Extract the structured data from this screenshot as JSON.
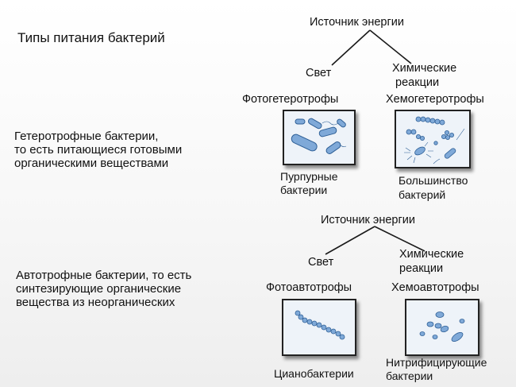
{
  "title": "Типы питания бактерий",
  "heterotrophic": {
    "description": "Гетеротрофные бактерии,\nто есть питающиеся готовыми\nорганическими веществами",
    "energy_source": "Источник энергии",
    "light": "Свет",
    "chemical": "Химические\n реакции",
    "photo_group": "Фотогетеротрофы",
    "chemo_group": "Хемогетеротрофы",
    "photo_example": "Пурпурные\nбактерии",
    "chemo_example": "Большинство\nбактерий"
  },
  "autotrophic": {
    "description": "Автотрофные бактерии, то есть\nсинтезирующие органические\nвещества из неорганических",
    "energy_source": "Источник энергии",
    "light": "Свет",
    "chemical": "Химические\nреакции",
    "photo_group": "Фотоавтотрофы",
    "chemo_group": "Хемоавтотрофы",
    "photo_example": "Цианобактерии",
    "chemo_example": "Нитрифицирующие\nбактерии"
  },
  "colors": {
    "bacteria_fill": "#7fa9d8",
    "bacteria_stroke": "#2e5f96",
    "line": "#1a1a1a"
  }
}
